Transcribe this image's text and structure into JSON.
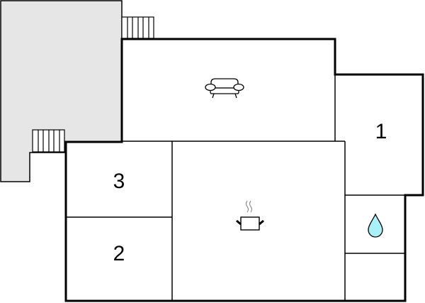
{
  "plan": {
    "type": "floor-plan",
    "colors": {
      "terrace_fill": "#e6e6e6",
      "wall": "#000000",
      "water_drop": "#aaf0f8",
      "background": "#ffffff"
    },
    "rooms": [
      {
        "id": "terrace",
        "label": "",
        "kind": "terrace"
      },
      {
        "id": "living",
        "label": "",
        "icon": "sofa-icon"
      },
      {
        "id": "bedroom-1",
        "label": "1"
      },
      {
        "id": "bedroom-3",
        "label": "3"
      },
      {
        "id": "bedroom-2",
        "label": "2"
      },
      {
        "id": "kitchen",
        "label": "",
        "icon": "cooking-pot-icon"
      },
      {
        "id": "bathroom",
        "label": "",
        "icon": "water-drop-icon"
      },
      {
        "id": "utility",
        "label": ""
      }
    ],
    "stairs": [
      {
        "id": "stairs-top",
        "steps": 6
      },
      {
        "id": "stairs-left",
        "steps": 6
      }
    ]
  }
}
